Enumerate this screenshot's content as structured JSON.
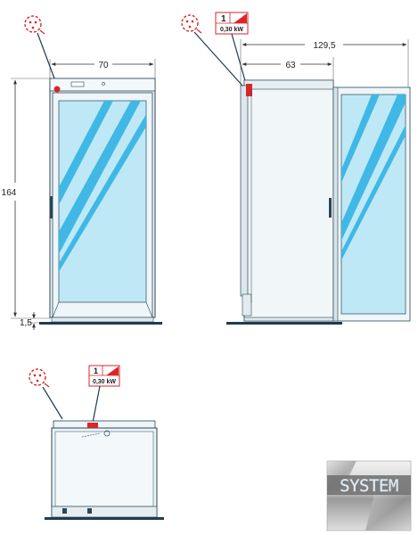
{
  "dimensions": {
    "front_width": "70",
    "front_height": "164",
    "feet_height": "1,5",
    "side_depth": "63",
    "side_depth_door_open": "129,5"
  },
  "electrical_tag": {
    "phase": "1",
    "power": "0,30 kW"
  },
  "logo": {
    "text": "SYSTEM"
  },
  "colors": {
    "glass": "#bfe8f6",
    "stripe": "#3fb8e6",
    "cabinet_edge": "#2a4658",
    "floor": "#1e3b53",
    "plug_red": "#d9262a",
    "dim_line": "#333333"
  }
}
